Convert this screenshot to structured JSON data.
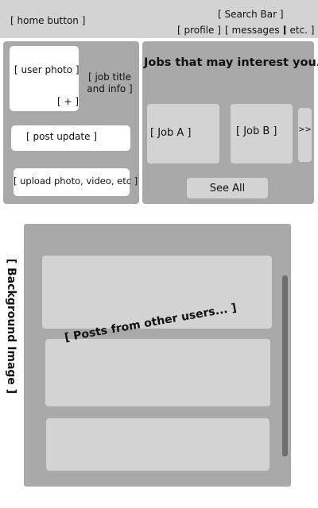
{
  "header": {
    "home_button": "[ home button ]",
    "search_bar": "[ Search Bar ]",
    "links": {
      "profile": "[ profile ]",
      "messages": "[ messages ]",
      "etc": "[ etc. ]"
    }
  },
  "profile": {
    "photo_label": "[ user photo ]",
    "photo_add": "[ + ]",
    "job_info_line1": "[ job title",
    "job_info_line2": "and info ]",
    "post_update": "[ post update ]",
    "upload": "[ upload photo, video, etc ]"
  },
  "jobs": {
    "title": "Jobs that may interest you...",
    "cards": [
      "[ Job A ]",
      "[ Job B ]"
    ],
    "more": ">>",
    "see_all": "See All"
  },
  "background_label": "[ Background Image ]",
  "feed": {
    "label": "[ Posts from other users... ]"
  }
}
